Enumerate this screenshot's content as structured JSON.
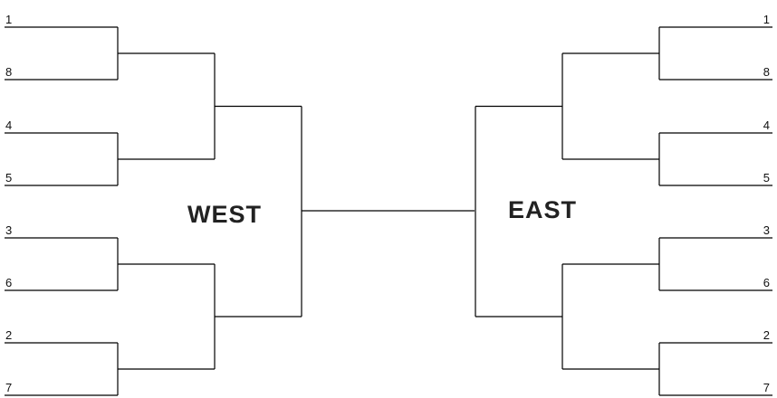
{
  "west": {
    "label": "WEST",
    "seeds": [
      "1",
      "8",
      "4",
      "5",
      "3",
      "6",
      "2",
      "7"
    ]
  },
  "east": {
    "label": "EAST",
    "seeds": [
      "1",
      "8",
      "4",
      "5",
      "3",
      "6",
      "2",
      "7"
    ]
  },
  "colors": {
    "lines": "#000000",
    "text": "#111111"
  }
}
